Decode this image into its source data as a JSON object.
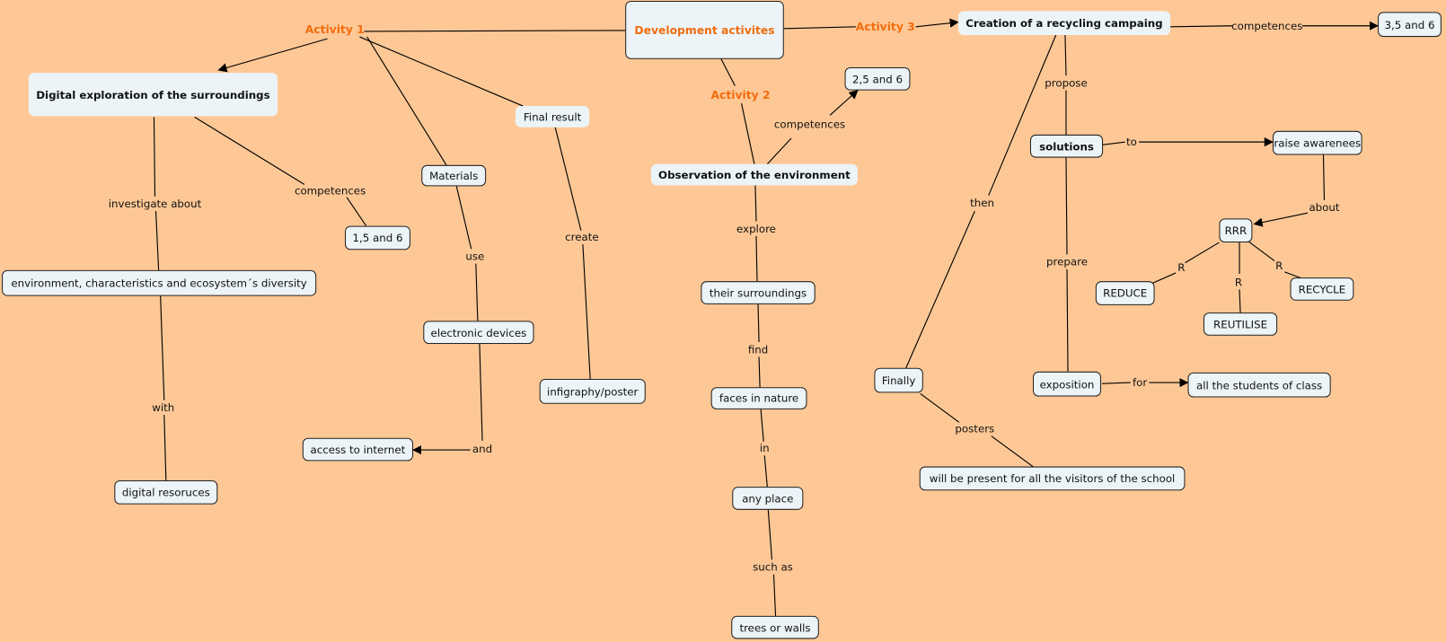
{
  "nodes": {
    "development": "Development activites",
    "digital": "Digital exploration of the surroundings",
    "final_result": "Final result",
    "materials": "Materials",
    "comp_156": "1,5 and 6",
    "environment": "environment, characteristics and ecosystem´s diversity",
    "electronic": "electronic devices",
    "infigraphy": "infigraphy/poster",
    "access": "access to internet",
    "digital_res": "digital resoruces",
    "observation": "Observation of the environment",
    "comp_256": "2,5 and 6",
    "their_surr": "their surroundings",
    "faces": "faces in nature",
    "any_place": "any place",
    "trees": "trees or walls",
    "creation": "Creation of a recycling campaing",
    "comp_356": "3,5 and 6",
    "solutions": "solutions",
    "raise": "raise awarenees",
    "rrr": "RRR",
    "reduce": "REDUCE",
    "reutilise": "REUTILISE",
    "recycle": "RECYCLE",
    "finally": "Finally",
    "exposition": "exposition",
    "all_students": "all the students of class",
    "will_be": "will be present for all the visitors of the school"
  },
  "links": {
    "activity1": "Activity 1",
    "activity2": "Activity 2",
    "activity3": "Activity 3",
    "competences_a": "competences",
    "investigate": "investigate about",
    "with": "with",
    "use": "use",
    "and": "and",
    "create": "create",
    "competences_b": "competences",
    "explore": "explore",
    "find": "find",
    "in": "in",
    "such_as": "such as",
    "competences_c": "competences",
    "propose": "propose",
    "then": "then",
    "to": "to",
    "prepare": "prepare",
    "about": "about",
    "r1": "R",
    "r2": "R",
    "r3": "R",
    "for": "for",
    "posters": "posters"
  },
  "colors": {
    "background": "#fec896",
    "node": "#ecf4f8",
    "activity": "#f26c0d"
  }
}
